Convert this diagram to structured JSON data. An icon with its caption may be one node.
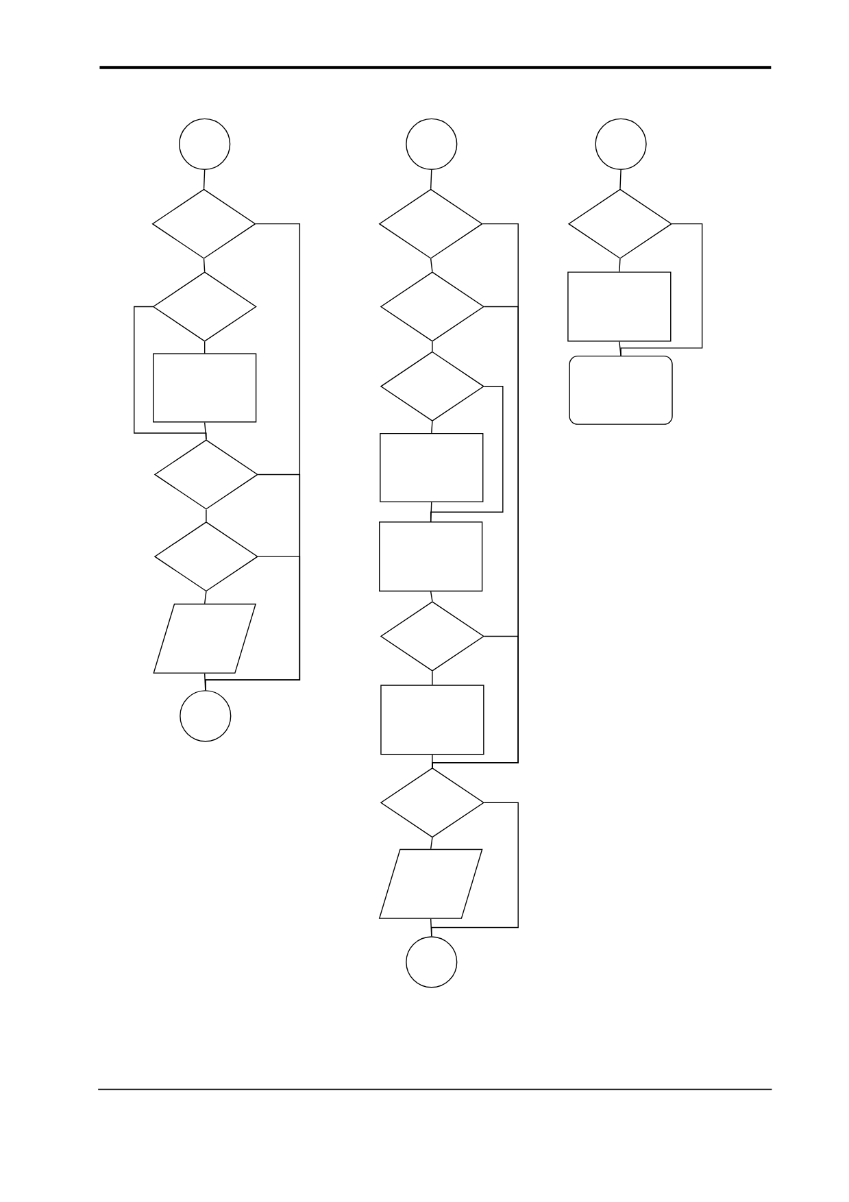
{
  "diagram": {
    "nodes": [
      {
        "text": [],
        "shape": "circle"
      },
      {
        "text": [],
        "shape": "diamond"
      },
      {
        "text": [],
        "shape": "diamond"
      },
      {
        "text": [],
        "shape": "box"
      },
      {
        "text": [],
        "shape": "diamond"
      },
      {
        "text": [],
        "shape": "diamond"
      },
      {
        "text": [],
        "shape": "parallelogram"
      },
      {
        "text": [],
        "shape": "circle"
      },
      {
        "text": [],
        "shape": "circle"
      },
      {
        "text": [],
        "shape": "diamond"
      },
      {
        "text": [],
        "shape": "diamond"
      },
      {
        "text": [],
        "shape": "diamond"
      },
      {
        "text": [],
        "shape": "box"
      },
      {
        "text": [],
        "shape": "box"
      },
      {
        "text": [],
        "shape": "diamond"
      },
      {
        "text": [],
        "shape": "box"
      },
      {
        "text": [],
        "shape": "diamond"
      },
      {
        "text": [],
        "shape": "parallelogram"
      },
      {
        "text": [],
        "shape": "circle"
      },
      {
        "text": [],
        "shape": "circle"
      },
      {
        "text": [],
        "shape": "diamond"
      },
      {
        "text": [],
        "shape": "box"
      },
      {
        "text": [],
        "shape": "box"
      }
    ],
    "edges": [
      {
        "from": 0,
        "to": 1,
        "arrow": "none"
      },
      {
        "from": 1,
        "to": 2,
        "arrow": "none"
      },
      {
        "from": 2,
        "to": 3,
        "arrow": "none"
      },
      {
        "from": 3,
        "to": 4,
        "arrow": "none"
      },
      {
        "from": 2,
        "to": 4,
        "arrow": "none"
      },
      {
        "from": 4,
        "to": 5,
        "arrow": "none"
      },
      {
        "from": 5,
        "to": 6,
        "arrow": "none"
      },
      {
        "from": 6,
        "to": 7,
        "arrow": "none"
      },
      {
        "from": 1,
        "to": 7,
        "arrow": "none"
      },
      {
        "from": 4,
        "to": 7,
        "arrow": "none"
      },
      {
        "from": 5,
        "to": 7,
        "arrow": "none"
      },
      {
        "from": 8,
        "to": 9,
        "arrow": "none"
      },
      {
        "from": 9,
        "to": 10,
        "arrow": "none"
      },
      {
        "from": 10,
        "to": 11,
        "arrow": "none"
      },
      {
        "from": 11,
        "to": 12,
        "arrow": "none"
      },
      {
        "from": 12,
        "to": 13,
        "arrow": "none"
      },
      {
        "from": 11,
        "to": 13,
        "arrow": "none"
      },
      {
        "from": 13,
        "to": 14,
        "arrow": "none"
      },
      {
        "from": 14,
        "to": 15,
        "arrow": "none"
      },
      {
        "from": 15,
        "to": 16,
        "arrow": "none"
      },
      {
        "from": 9,
        "to": 16,
        "arrow": "none"
      },
      {
        "from": 10,
        "to": 16,
        "arrow": "none"
      },
      {
        "from": 14,
        "to": 16,
        "arrow": "none"
      },
      {
        "from": 16,
        "to": 17,
        "arrow": "none"
      },
      {
        "from": 17,
        "to": 18,
        "arrow": "none"
      },
      {
        "from": 16,
        "to": 18,
        "arrow": "none"
      },
      {
        "from": 19,
        "to": 20,
        "arrow": "none"
      },
      {
        "from": 20,
        "to": 21,
        "arrow": "none"
      },
      {
        "from": 21,
        "to": 22,
        "arrow": "none"
      },
      {
        "from": 20,
        "to": 22,
        "arrow": "none"
      }
    ]
  }
}
